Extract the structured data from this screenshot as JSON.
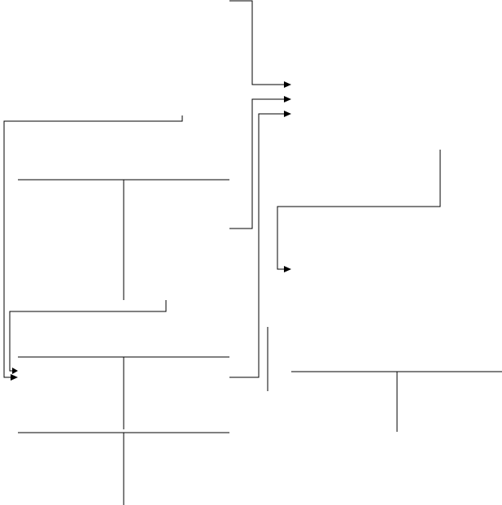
{
  "diagram": {
    "type": "flow-diagram",
    "labels": [],
    "colors": {
      "line": "#000000",
      "background": "#ffffff"
    },
    "t_accounts": [
      {
        "name": "t-account-1"
      },
      {
        "name": "t-account-2"
      },
      {
        "name": "t-account-3"
      },
      {
        "name": "t-account-4"
      }
    ],
    "connectors": [
      {
        "name": "connector-top-to-arrow-1",
        "arrowheads": 1
      },
      {
        "name": "connector-t1-to-arrow-2",
        "arrowheads": 1
      },
      {
        "name": "connector-t2-to-arrow-3",
        "arrowheads": 1
      },
      {
        "name": "connector-right-to-arrow-4",
        "arrowheads": 1
      },
      {
        "name": "connector-left-long",
        "arrowheads": 1
      },
      {
        "name": "connector-left-short",
        "arrowheads": 1
      }
    ],
    "separator": {
      "name": "vertical-separator"
    }
  }
}
